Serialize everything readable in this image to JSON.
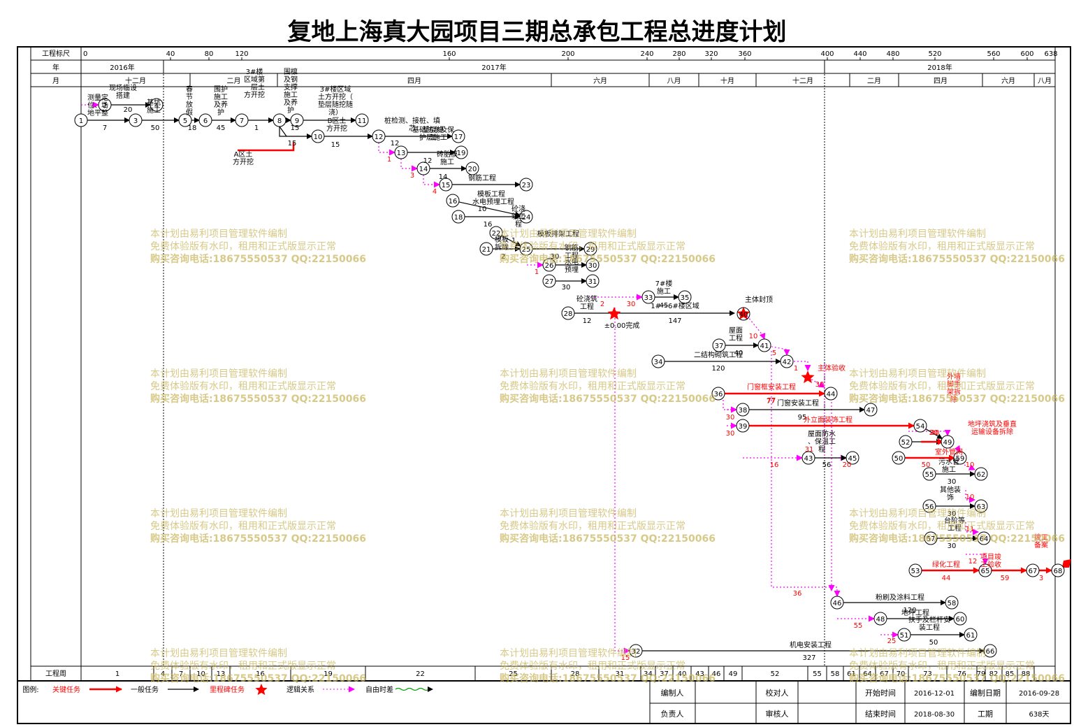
{
  "title": "复地上海真大园项目三期总承包工程总进度计划",
  "header": {
    "scale_label": "工程标尺",
    "year_label": "年",
    "month_label": "月",
    "week_label": "工程周",
    "scale_ticks": [
      "0",
      "40",
      "80",
      "120",
      "160",
      "200",
      "240",
      "280",
      "320",
      "360",
      "400",
      "440",
      "480",
      "520",
      "560",
      "600",
      "638"
    ],
    "years": [
      "2016年",
      "2017年",
      "2018年"
    ],
    "months": [
      "十二月",
      "二月",
      "四月",
      "六月",
      "八月",
      "十月",
      "十二月",
      "二月",
      "四月",
      "六月",
      "八月"
    ],
    "weeks": [
      "1",
      "4",
      "7",
      "10",
      "13",
      "16",
      "19",
      "22",
      "25",
      "28",
      "31",
      "34",
      "37",
      "40",
      "43",
      "46",
      "49",
      "52",
      "55",
      "58",
      "61",
      "64",
      "67",
      "70",
      "73",
      "76",
      "79",
      "82",
      "85",
      "88"
    ]
  },
  "watermark": {
    "line1": "本计划由易利项目管理软件编制",
    "line2": "免费体验版有水印，租用和正式版显示正常",
    "line3": "购买咨询电话:18675550537 QQ:22150066"
  },
  "colors": {
    "critical": "#ff0000",
    "normal": "#000000",
    "logic": "#ff00ff",
    "milestone": "#ff0000",
    "float": "#00a000"
  },
  "tasks": [
    {
      "id": "t1",
      "label": "测量定位、场地平整",
      "dur": "7"
    },
    {
      "id": "t2",
      "label": "现场临设搭建",
      "dur": "20"
    },
    {
      "id": "t3",
      "label": "基坑施工",
      "dur": "50"
    },
    {
      "id": "t4",
      "label": "春节放假",
      "dur": "18"
    },
    {
      "id": "t5",
      "label": "围护施工及养护",
      "dur": "45"
    },
    {
      "id": "t6",
      "label": "3#楼区域第一层土方开挖",
      "dur": "1"
    },
    {
      "id": "t7",
      "label": "围檩及钢支撑施工及养护",
      "dur": "15"
    },
    {
      "id": "t8",
      "label": "3#楼区域土方开挖（垫层随挖随浇）",
      "dur": ""
    },
    {
      "id": "t9",
      "label": "B区土方开挖",
      "dur": "15"
    },
    {
      "id": "t10",
      "label": "A区土方开挖",
      "dur": "15"
    },
    {
      "id": "t11",
      "label": "桩检测、接桩、填芯",
      "dur": "12"
    },
    {
      "id": "t12",
      "label": "垫层施工",
      "dur": "12"
    },
    {
      "id": "t13",
      "label": "基础防水及保护层施工",
      "dur": ""
    },
    {
      "id": "t14",
      "label": "砖胎膜施工",
      "dur": "14"
    },
    {
      "id": "t15",
      "label": "钢筋工程",
      "dur": ""
    },
    {
      "id": "t16",
      "label": "模板工程",
      "dur": "10"
    },
    {
      "id": "t17",
      "label": "水电预埋工程",
      "dur": "16"
    },
    {
      "id": "t18",
      "label": "砼浇筑工程",
      "dur": "1"
    },
    {
      "id": "t19",
      "label": "模板拆除",
      "dur": "2"
    },
    {
      "id": "t20",
      "label": "模板排架工程",
      "dur": "30"
    },
    {
      "id": "t21",
      "label": "钢筋工程",
      "dur": ""
    },
    {
      "id": "t22",
      "label": "水电预埋",
      "dur": "30"
    },
    {
      "id": "t23",
      "label": "砼浇筑工程",
      "dur": "12"
    },
    {
      "id": "t24",
      "label": "7#楼施工",
      "dur": "45"
    },
    {
      "id": "t25",
      "label": "1#～6#楼区域",
      "dur": "147"
    },
    {
      "id": "t26",
      "label": "屋面工程",
      "dur": "40"
    },
    {
      "id": "t27",
      "label": "二结构砌筑工程",
      "dur": "120"
    },
    {
      "id": "t28",
      "label": "门窗框安装工程",
      "dur": "77"
    },
    {
      "id": "t29",
      "label": "门窗安装工程",
      "dur": "95"
    },
    {
      "id": "t30",
      "label": "外立面装饰工程",
      "dur": ""
    },
    {
      "id": "t31",
      "label": "屋面防水、保温工程",
      "dur": "56"
    },
    {
      "id": "t32",
      "label": "外墙脚手架拆除",
      "dur": "20"
    },
    {
      "id": "t33",
      "label": "地坪浇筑及垂直运输设备拆除",
      "dur": ""
    },
    {
      "id": "t34",
      "label": "室外管网",
      "dur": "50"
    },
    {
      "id": "t35",
      "label": "污水管施工",
      "dur": "30"
    },
    {
      "id": "t36",
      "label": "其他装饰",
      "dur": "30"
    },
    {
      "id": "t37",
      "label": "台阶等工程",
      "dur": "30"
    },
    {
      "id": "t38",
      "label": "绿化工程",
      "dur": "44"
    },
    {
      "id": "t39",
      "label": "项目竣工验收",
      "dur": "59"
    },
    {
      "id": "t40",
      "label": "竣工备案",
      "dur": "3"
    },
    {
      "id": "t41",
      "label": "粉刷及涂料工程",
      "dur": "120"
    },
    {
      "id": "t42",
      "label": "地坪工程",
      "dur": ""
    },
    {
      "id": "t43",
      "label": "扶手及栏杆安装工程",
      "dur": "50"
    },
    {
      "id": "t44",
      "label": "机电安装工程",
      "dur": "327"
    }
  ],
  "milestones": [
    {
      "id": "m1",
      "label": "±0.00完成"
    },
    {
      "id": "m2",
      "label": "主体封顶"
    },
    {
      "id": "m3",
      "label": "主体验收"
    }
  ],
  "legend": {
    "label": "图例:",
    "critical": "关键任务",
    "normal": "一般任务",
    "milestone": "里程碑任务",
    "logic": "逻辑关系",
    "float": "自由时差"
  },
  "info": {
    "editor_label": "编制人",
    "editor": "",
    "checker_label": "校对人",
    "checker": "",
    "responsible_label": "负责人",
    "responsible": "",
    "reviewer_label": "审核人",
    "reviewer": "",
    "start_label": "开始时间",
    "start": "2016-12-01",
    "end_label": "结束时间",
    "end": "2018-08-30",
    "date_label": "编制日期",
    "date": "2016-09-28",
    "duration_label": "工期",
    "duration": "638天"
  }
}
